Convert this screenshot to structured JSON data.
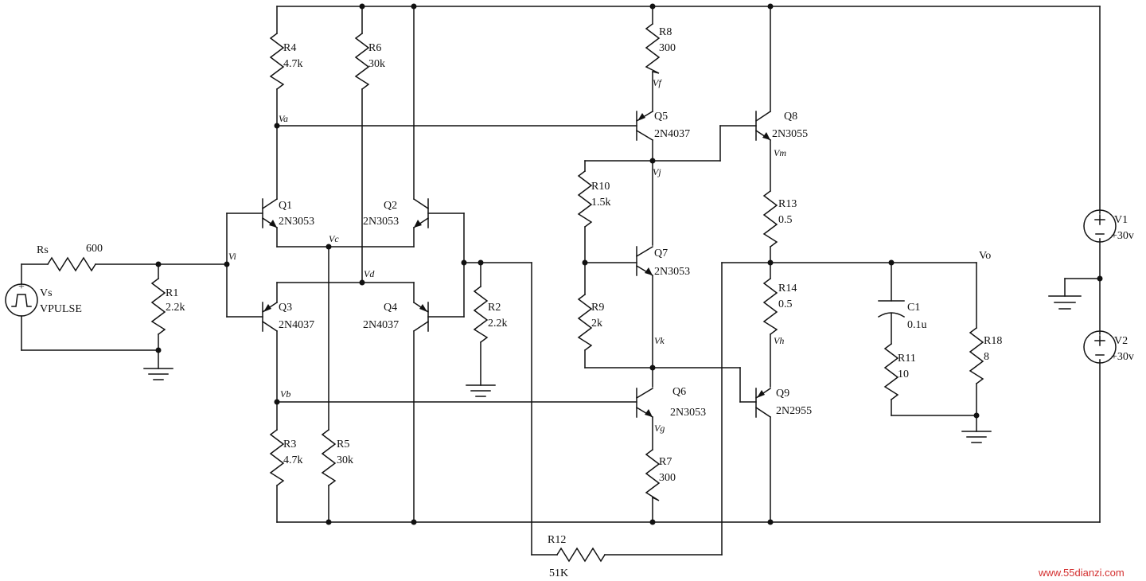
{
  "accent_color": "#111111",
  "watermark_color": "#d43030",
  "watermark": "www.55dianzi.com",
  "sources": [
    {
      "id": "vs",
      "label": "Vs",
      "value": "VPULSE"
    },
    {
      "id": "v1",
      "label": "V1",
      "value": "+30v"
    },
    {
      "id": "v2",
      "label": "V2",
      "value": "+30v"
    }
  ],
  "resistors": [
    {
      "id": "rs",
      "label": "Rs",
      "value": "600"
    },
    {
      "id": "r1",
      "label": "R1",
      "value": "2.2k"
    },
    {
      "id": "r2",
      "label": "R2",
      "value": "2.2k"
    },
    {
      "id": "r3",
      "label": "R3",
      "value": "4.7k"
    },
    {
      "id": "r4",
      "label": "R4",
      "value": "4.7k"
    },
    {
      "id": "r5",
      "label": "R5",
      "value": "30k"
    },
    {
      "id": "r6",
      "label": "R6",
      "value": "30k"
    },
    {
      "id": "r7",
      "label": "R7",
      "value": "300"
    },
    {
      "id": "r8",
      "label": "R8",
      "value": "300"
    },
    {
      "id": "r9",
      "label": "R9",
      "value": "2k"
    },
    {
      "id": "r10",
      "label": "R10",
      "value": "1.5k"
    },
    {
      "id": "r11",
      "label": "R11",
      "value": "10"
    },
    {
      "id": "r12",
      "label": "R12",
      "value": "51K"
    },
    {
      "id": "r13",
      "label": "R13",
      "value": "0.5"
    },
    {
      "id": "r14",
      "label": "R14",
      "value": "0.5"
    },
    {
      "id": "r18",
      "label": "R18",
      "value": "8"
    }
  ],
  "capacitors": [
    {
      "id": "c1",
      "label": "C1",
      "value": "0.1u"
    }
  ],
  "transistors": [
    {
      "id": "q1",
      "label": "Q1",
      "part": "2N3053",
      "type": "npn"
    },
    {
      "id": "q2",
      "label": "Q2",
      "part": "2N3053",
      "type": "npn"
    },
    {
      "id": "q3",
      "label": "Q3",
      "part": "2N4037",
      "type": "pnp"
    },
    {
      "id": "q4",
      "label": "Q4",
      "part": "2N4037",
      "type": "pnp"
    },
    {
      "id": "q5",
      "label": "Q5",
      "part": "2N4037",
      "type": "pnp"
    },
    {
      "id": "q6",
      "label": "Q6",
      "part": "2N3053",
      "type": "npn"
    },
    {
      "id": "q7",
      "label": "Q7",
      "part": "2N3053",
      "type": "npn"
    },
    {
      "id": "q8",
      "label": "Q8",
      "part": "2N3055",
      "type": "npn"
    },
    {
      "id": "q9",
      "label": "Q9",
      "part": "2N2955",
      "type": "pnp"
    }
  ],
  "nodes": [
    {
      "id": "vi",
      "label": "Vi"
    },
    {
      "id": "va",
      "label": "Va"
    },
    {
      "id": "vb",
      "label": "Vb"
    },
    {
      "id": "vc",
      "label": "Vc"
    },
    {
      "id": "vd",
      "label": "Vd"
    },
    {
      "id": "vf",
      "label": "Vf"
    },
    {
      "id": "vg",
      "label": "Vg"
    },
    {
      "id": "vh",
      "label": "Vh"
    },
    {
      "id": "vj",
      "label": "Vj"
    },
    {
      "id": "vk",
      "label": "Vk"
    },
    {
      "id": "vm",
      "label": "Vm"
    },
    {
      "id": "vo",
      "label": "Vo"
    }
  ]
}
